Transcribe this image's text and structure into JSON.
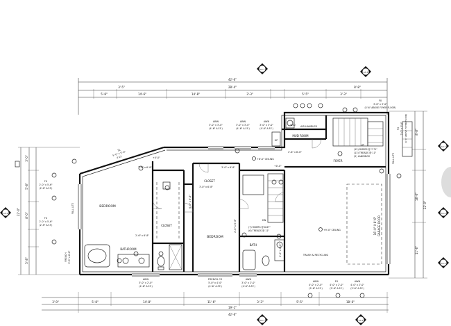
{
  "rooms": {
    "bedroom_left": "BEDROOM",
    "bedroom_center": "BEDROOM",
    "closet_left": "CLOSET",
    "closet_top": "CLOSET",
    "bathroom": "BATHROOM",
    "bath": "BATH",
    "mud_room": "MUD ROOM",
    "foyer": "FOYER",
    "air_handler": "AIR HANDLER",
    "wd": "W/D",
    "hp": "HP",
    "trash": "TRASH & RECYCLING",
    "garage_door": "GARAGE DOOR",
    "garage_door_size": "16'-0\" X 8'-0\""
  },
  "stairs": {
    "dn": "DN",
    "risers_lower": "(7) RISERS @ 6.87\"",
    "treads_lower": "(6) TREADS @ 11\"",
    "up": "UP",
    "risers_upper": "(15) RISERS @ 7.71\"",
    "treads_upper": "(13) TREADS @ 11\"",
    "landings": "(2) LANDINGS"
  },
  "windows": {
    "top_awn_1": "AWN",
    "top_awn_1_size": "3'-0\" x 3'-0\"",
    "top_awn_1_aff": "(4'-6\" A.F.F.)",
    "top_awn_2": "AWN",
    "top_awn_2_size": "3'-0\" x 3'-0\"",
    "top_awn_2_aff": "(4'-6\" A.F.F.)",
    "top_awn_3": "AWN",
    "top_awn_3_size": "3'-0\" x 3'-0\"",
    "top_awn_3_aff": "(4'-6\" A.F.F.)",
    "fx_top": "FX",
    "fx_top_size": "3'-6\" x 3'-0\"",
    "fx_top_above": "(5'-6\" ABOVE FOYER FLOOR)",
    "sl": "SL",
    "sl_size": "5'-0\" x 5'-0\"",
    "sl_slope": "4:12",
    "left_fx_1": "FX",
    "left_fx_1_size": "2'-0\" x 5'-6\"",
    "left_fx_1_aff": "(2'-6\" A.F.F.)",
    "left_fx_2": "FX",
    "left_fx_2_size": "2'-0\" x 5'-6\"",
    "left_fx_2_aff": "(2'-6\" A.F.F.)",
    "full_lite": "FULL LITE",
    "french_left": "FRENCH",
    "french_left_size": "5'-0\" x 6'-8\"",
    "bottom_awn_1": "AWN",
    "bottom_awn_1_size": "3'-0\" x 2'-0\"",
    "bottom_awn_1_aff": "(4'-6\" A.F.F.)",
    "french_cs": "FRENCH CS",
    "french_cs_size": "5'-0\" x 4'-0\"",
    "french_cs_aff": "(4'-6\" A.F.F.)",
    "bottom_awn_2": "AWN",
    "bottom_awn_2_size": "3'-0\" x 2'-0\"",
    "bottom_awn_2_aff": "(4'-6\" A.F.F.)",
    "bottom_awn_3": "AWN",
    "bottom_awn_3_size": "4'-0\" x 2'-0\"",
    "bottom_awn_3_aff": "(5'-6\" A.F.F.)",
    "bottom_fx": "FX",
    "bottom_fx_size": "4'-0\" x 2'-0\"",
    "bottom_fx_aff": "(5'-6\" A.F.F.)",
    "bottom_awn_4": "AWN",
    "bottom_awn_4_size": "4'-0\" x 2'-0\"",
    "bottom_awn_4_aff": "(5'-6\" A.F.F.)",
    "right_fx_1": "FX",
    "right_fx_1_size": "2'-0\" x 3'-6\"",
    "right_fx_1_above": "(4'-6\" ABOVE FOYER FLOOR)",
    "right_full_lite": "FULL LITE"
  },
  "doors": {
    "d1": "3'-0\" x 6'-8\"",
    "d2": "3'-0\" x 6'-8\"",
    "d3": "2'-6\" x 6'-8\"",
    "d4": "2'-8\" x 6'-8\"",
    "d5": "2'-8\" x 6'-8\"",
    "d6": "6'-0\" x 6'-8\"",
    "d7": "2'-6\" x 6'-8\"",
    "d8": "3'-0\" x 6'-8\""
  },
  "dims": {
    "top_overall": "42'-6\"",
    "bottom_overall": "42'-6\"",
    "left_overall": "22'-0\"",
    "right_overall": "22'-0\"",
    "dim_a": "3'-5\"",
    "dim_b": "28'-4\"",
    "dim_c": "8'-8\"",
    "dim_d": "14'-6\"",
    "dim_e": "5'-8\"",
    "dim_f": "3'-3\"",
    "dim_g": "14'-8\"",
    "dim_h": "3'-3\"",
    "dim_i": "5'-5\"",
    "dim_j": "19'-1\"",
    "dim_k": "14'-8\"",
    "dim_l": "11'-6\"",
    "dim_m": "3'-0\"",
    "dim_n": "18'-6\"",
    "dim_o": "8'-0\""
  },
  "notes": {
    "ceiling_1": "+6'-0\" CEILING",
    "ceiling_2": "+9'-0\" CEILING",
    "floor_1": "+0'-0\"",
    "floor_2": "+0'-0\""
  },
  "section_markers": {
    "top": "A3.1",
    "bottom": "A3.1",
    "left": "A3.2",
    "right_top": "A3.1",
    "right_mid": "A3.2",
    "right_bottom": "A3.3",
    "top_right": "A3.3",
    "bottom_right": "A3.1"
  }
}
